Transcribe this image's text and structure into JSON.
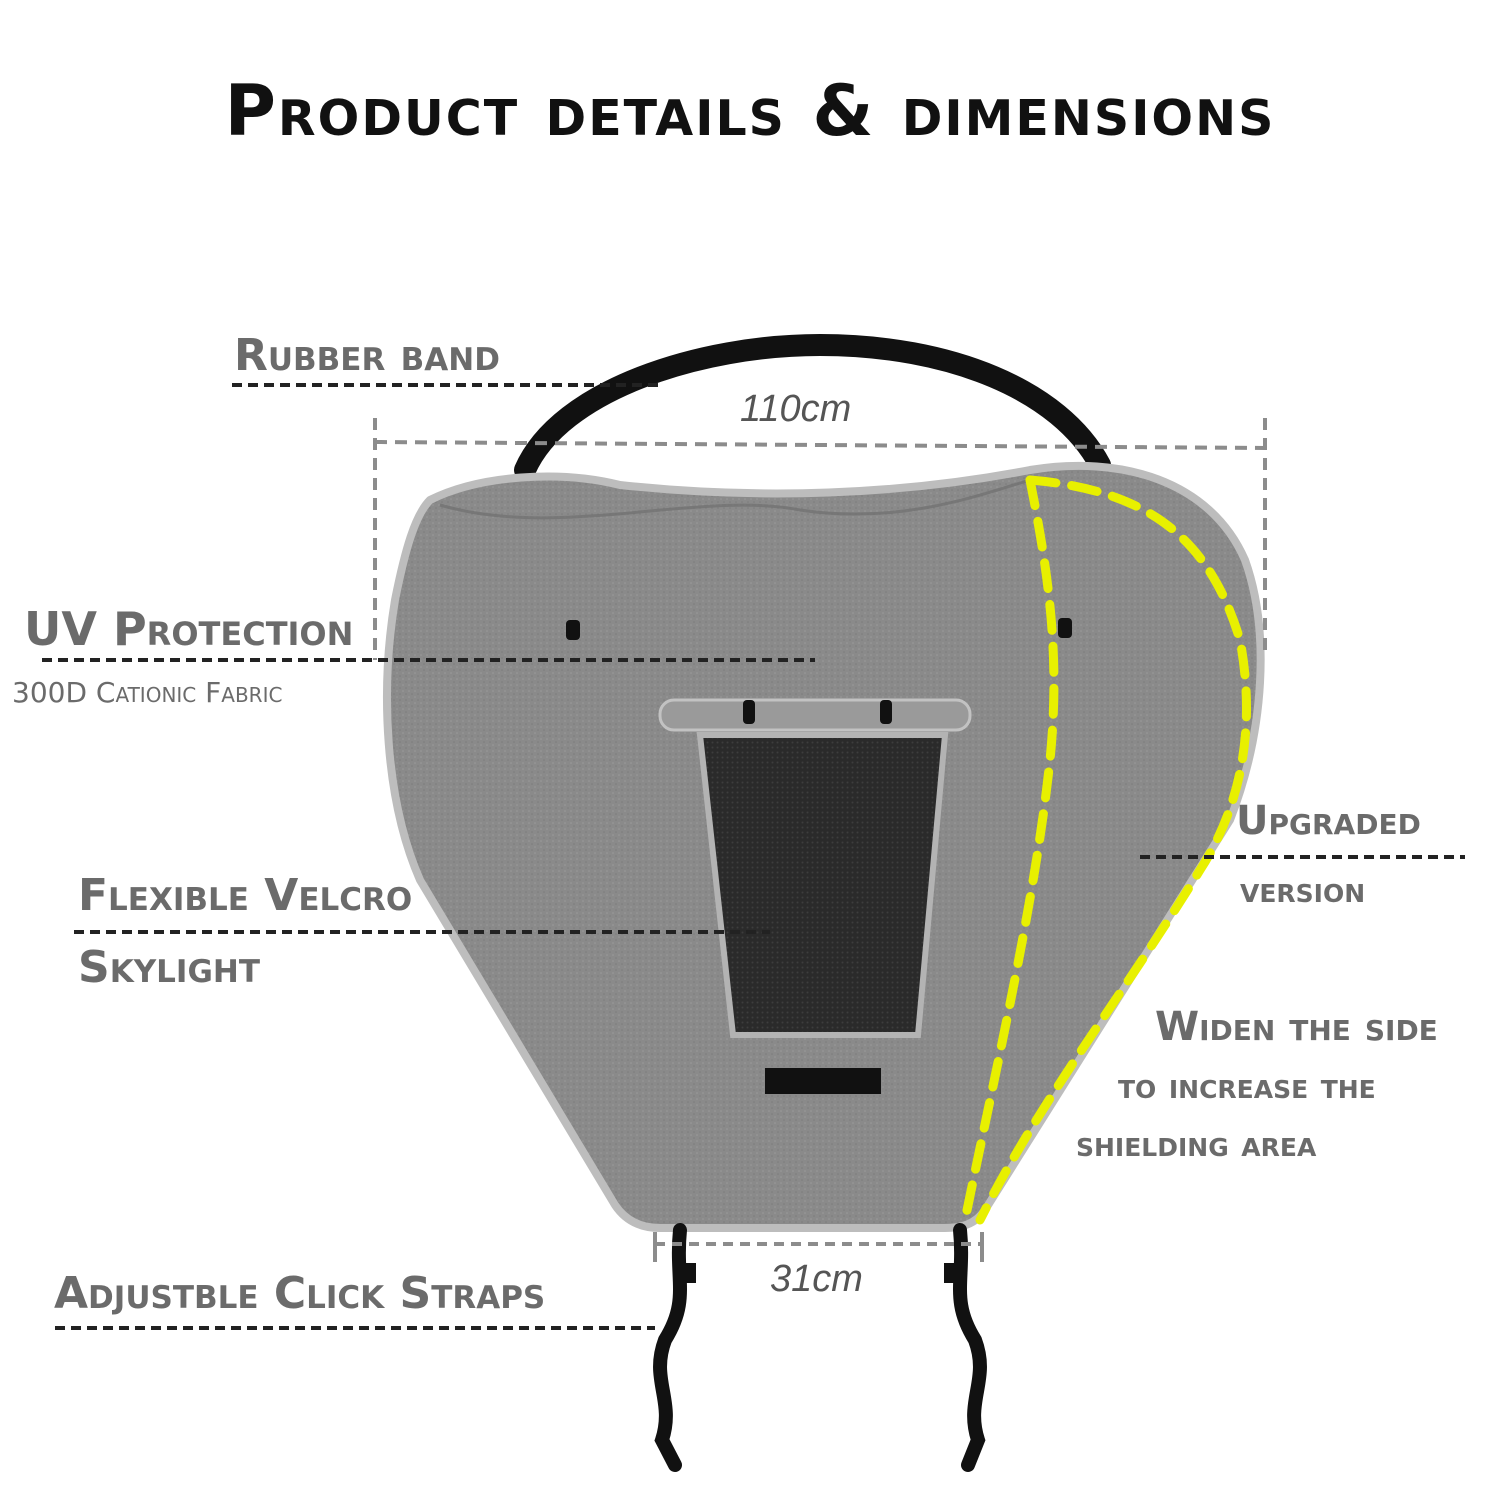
{
  "title": "Product details & dimensions",
  "dimensions": {
    "top_width": "110cm",
    "bottom_width": "31cm"
  },
  "callouts": {
    "rubber_band": "Rubber band",
    "uv_protection": "UV Protection",
    "uv_fabric": "300D Cationic Fabric",
    "velcro_line1": "Flexible Velcro",
    "velcro_line2": "Skylight",
    "upgraded_line1": "Upgraded",
    "upgraded_line2": "version",
    "widen_line1": "Widen the side",
    "widen_line2": "to increase the",
    "widen_line3": "shielding area",
    "straps": "Adjustble Click Straps"
  },
  "colors": {
    "fabric": "#8a8a8a",
    "fabric_edge": "#b5b5b5",
    "mesh": "#2e2e2e",
    "highlight_dash": "#e8f000",
    "strap": "#111111",
    "label": "#6b6b6b"
  }
}
